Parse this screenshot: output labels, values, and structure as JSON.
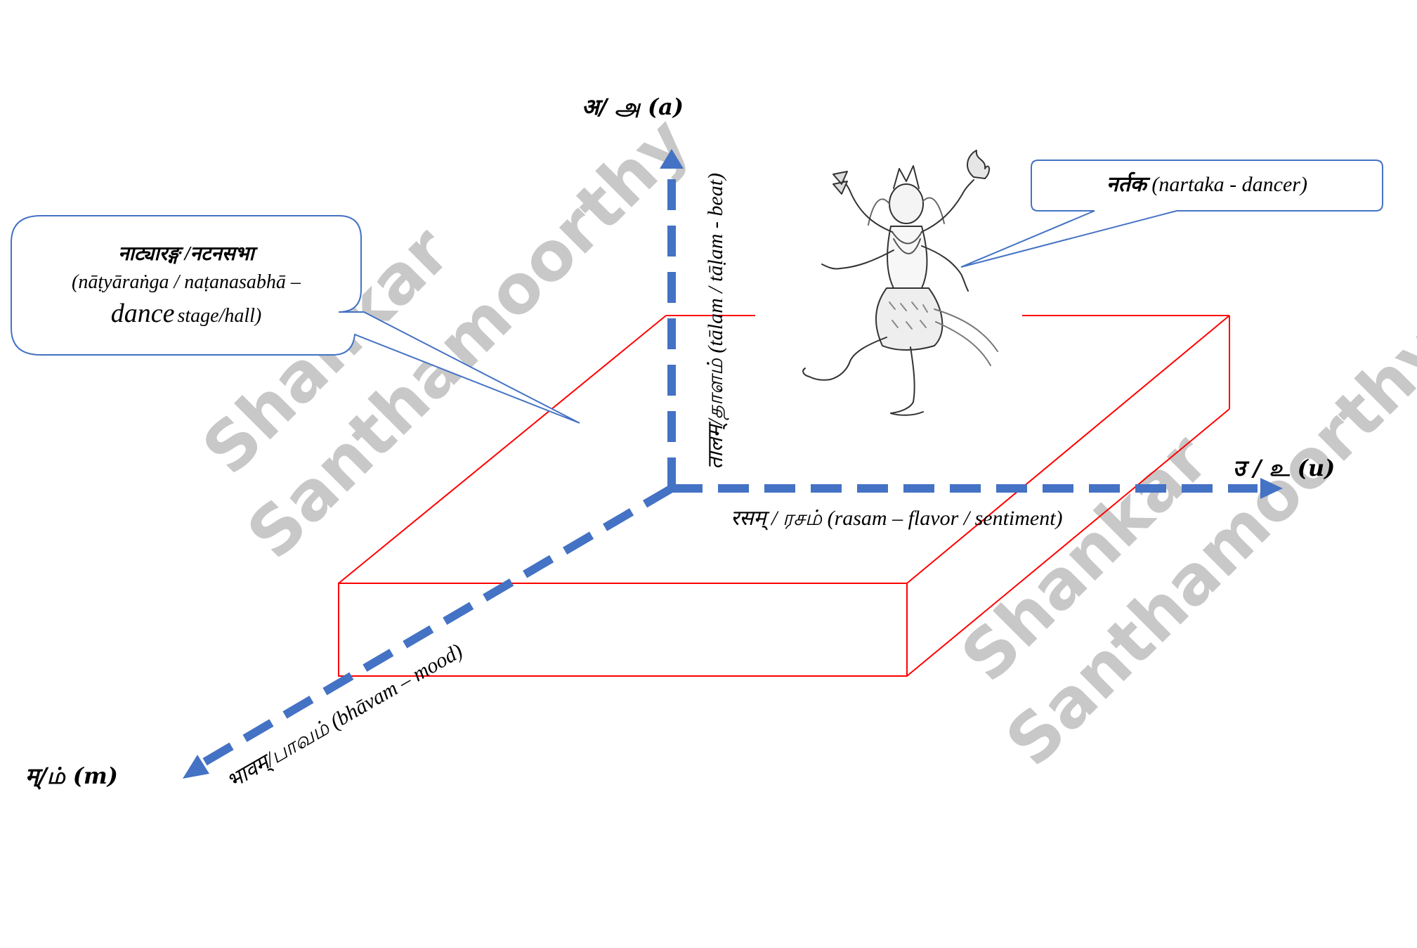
{
  "axes": {
    "a": {
      "label": "अ/ அ (a)"
    },
    "u": {
      "label": "उ / உ (u)"
    },
    "m": {
      "label": "म्/ம் (m)"
    }
  },
  "axis_captions": {
    "talam": "तालम्/தாளம் (tālam / tāḷam - beat)",
    "rasam": "रसम् / ரசம் (rasam – flavor / sentiment)",
    "bhavam": "भावम्/பாவம் (bhāvam – mood)"
  },
  "callouts": {
    "stage": {
      "line1": "नाट्यारङ्ग /नटनसभा",
      "line2": "(nāṭyāraṅga / naṭanasabhā –",
      "line3_big": "dance",
      "line3_small": " stage/hall)"
    },
    "dancer": {
      "sanskrit": "नर्तक",
      "rest": "(nartaka - dancer)"
    }
  },
  "watermark": {
    "line1": "Shankar",
    "line2": "Santhamoorthy"
  },
  "colors": {
    "axis": "#4472c4",
    "box": "#ff0000",
    "callout_border": "#4472c4",
    "watermark": "#c8c8c8",
    "text": "#000000"
  },
  "figure": {
    "icon": "nataraja-dancer-figure"
  }
}
